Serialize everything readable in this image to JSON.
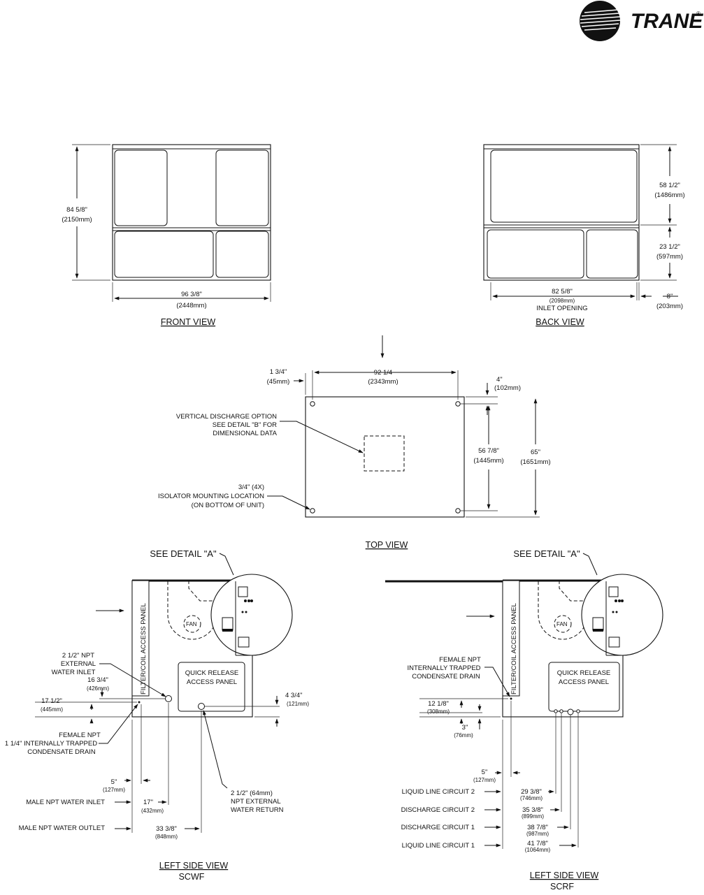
{
  "brand": {
    "name": "TRANE",
    "trademark": "®"
  },
  "front": {
    "caption": "FRONT VIEW",
    "height": "84 5/8\"",
    "height_mm": "(2150mm)",
    "width": "96 3/8\"",
    "width_mm": "(2448mm)"
  },
  "back": {
    "caption": "BACK VIEW",
    "upper": "58 1/2\"",
    "upper_mm": "(1486mm)",
    "lower": "23 1/2\"",
    "lower_mm": "(597mm)",
    "inlet": "82 5/8\"",
    "inlet_mm": "(2098mm)",
    "inlet_label": "INLET OPENING",
    "offset": "8\"",
    "offset_mm": "(203mm)"
  },
  "top": {
    "caption": "TOP VIEW",
    "edge": "1 3/4\"",
    "edge_mm": "(45mm)",
    "span": "92 1/4",
    "span_mm": "(2343mm)",
    "corner": "4\"",
    "corner_mm": "(102mm)",
    "hole_span": "56 7/8\"",
    "hole_span_mm": "(1445mm)",
    "depth": "65\"",
    "depth_mm": "(1651mm)",
    "vd_line1": "VERTICAL DISCHARGE OPTION",
    "vd_line2": "SEE DETAIL \"B\" FOR",
    "vd_line3": "DIMENSIONAL DATA",
    "iso_line1": "3/4\" (4X)",
    "iso_line2": "ISOLATOR MOUNTING LOCATION",
    "iso_line3": "(ON BOTTOM OF UNIT)"
  },
  "scwf": {
    "caption": "LEFT SIDE VIEW",
    "model": "SCWF",
    "detail": "SEE DETAIL \"A\"",
    "filter_panel": "FILTER/COIL ACCESS PANEL",
    "fan": "FAN",
    "qr_line1": "QUICK RELEASE",
    "qr_line2": "ACCESS PANEL",
    "inlet_line1": "2 1/2\" NPT",
    "inlet_line2": "EXTERNAL",
    "inlet_line3": "WATER INLET",
    "d16": "16 3/4\"",
    "d16_mm": "(426mm)",
    "d17h": "17 1/2\"",
    "d17h_mm": "(445mm)",
    "d434": "4 3/4\"",
    "d434_mm": "(121mm)",
    "drain_line1": "FEMALE NPT",
    "drain_line2": "1 1/4\" INTERNALLY TRAPPED",
    "drain_line3": "CONDENSATE DRAIN",
    "d5": "5\"",
    "d5_mm": "(127mm)",
    "male_inlet": "MALE NPT WATER INLET",
    "d17": "17\"",
    "d17_mm": "(432mm)",
    "male_outlet": "MALE NPT WATER OUTLET",
    "d33": "33 3/8\"",
    "d33_mm": "(848mm)",
    "ret_line1": "2 1/2\" (64mm)",
    "ret_line2": "NPT EXTERNAL",
    "ret_line3": "WATER RETURN"
  },
  "scrf": {
    "caption": "LEFT SIDE VIEW",
    "model": "SCRF",
    "detail": "SEE DETAIL \"A\"",
    "filter_panel": "FILTER/COIL ACCESS PANEL",
    "fan": "FAN",
    "qr_line1": "QUICK RELEASE",
    "qr_line2": "ACCESS PANEL",
    "drain_line1": "FEMALE NPT",
    "drain_line2": "INTERNALLY TRAPPED",
    "drain_line3": "CONDENSATE DRAIN",
    "d12": "12 1/8\"",
    "d12_mm": "(308mm)",
    "d3": "3\"",
    "d3_mm": "(76mm)",
    "d5": "5\"",
    "d5_mm": "(127mm)",
    "liq2": "LIQUID LINE CIRCUIT 2",
    "liq2_dim": "29 3/8\"",
    "liq2_mm": "(746mm)",
    "dis2": "DISCHARGE CIRCUIT 2",
    "dis2_dim": "35 3/8\"",
    "dis2_mm": "(899mm)",
    "dis1": "DISCHARGE CIRCUIT 1",
    "dis1_dim": "38 7/8\"",
    "dis1_mm": "(987mm)",
    "liq1": "LIQUID LINE CIRCUIT 1",
    "liq1_dim": "41 7/8\"",
    "liq1_mm": "(1064mm)"
  }
}
